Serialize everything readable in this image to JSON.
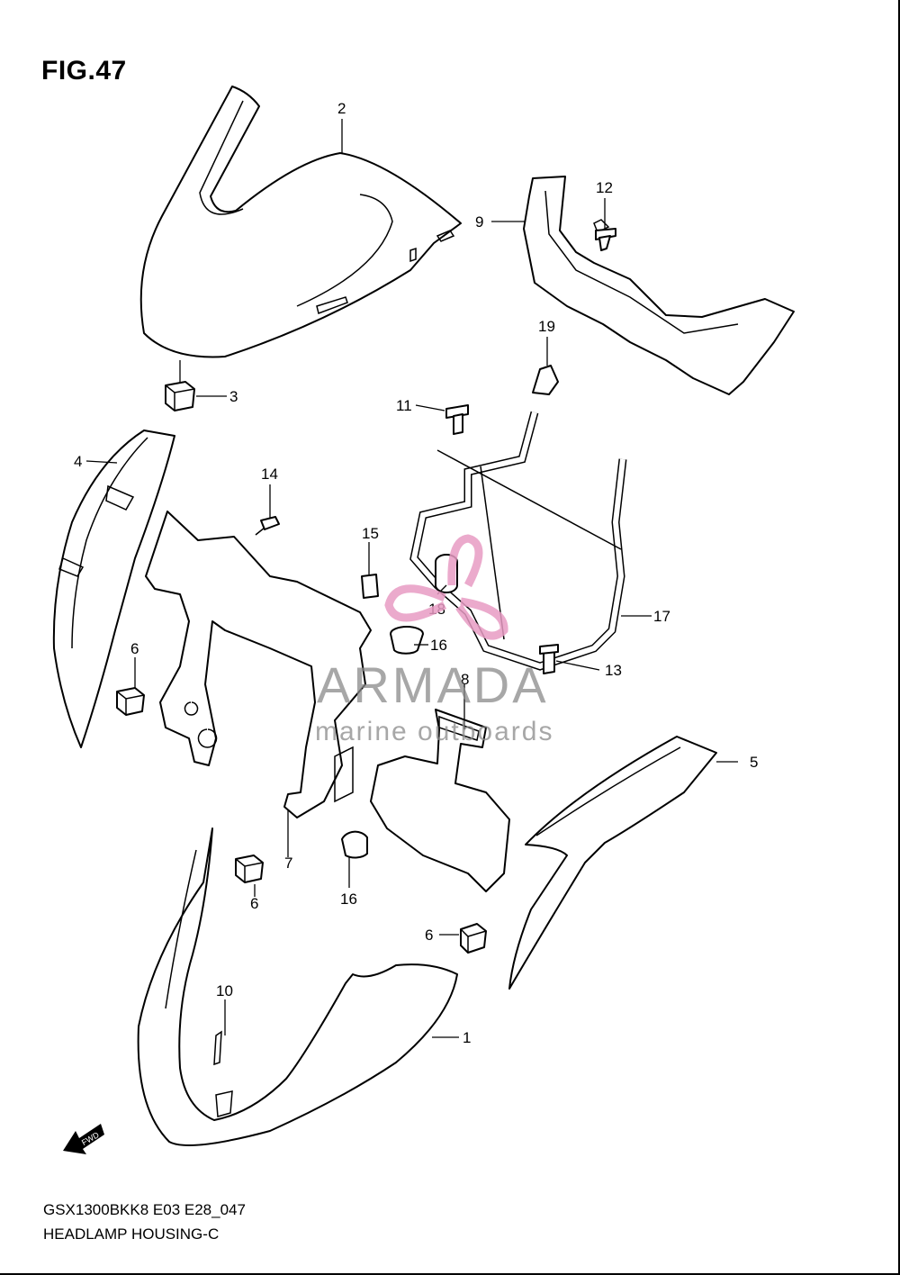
{
  "figure": {
    "title": "FIG.47"
  },
  "callouts": [
    "1",
    "2",
    "3",
    "4",
    "5",
    "6",
    "6",
    "6",
    "7",
    "8",
    "9",
    "10",
    "11",
    "12",
    "13",
    "14",
    "15",
    "16",
    "16",
    "17",
    "18",
    "19"
  ],
  "watermark": {
    "brand": "ARMADA",
    "tagline": "marine outboards"
  },
  "fwd_badge": "FWD",
  "footer": {
    "model_code": "GSX1300BKK8 E03 E28_047",
    "caption": "HEADLAMP HOUSING-C"
  }
}
